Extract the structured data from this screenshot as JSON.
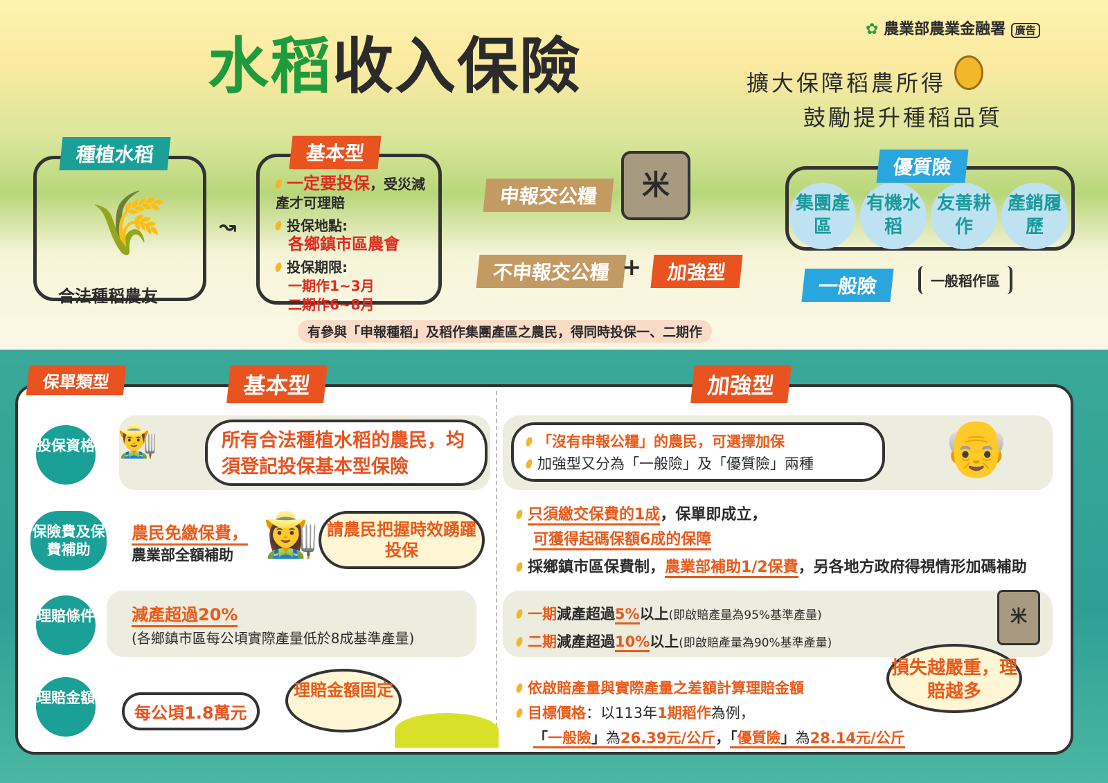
{
  "header": {
    "title_a": "水稻",
    "title_b": "收入保險",
    "agency": "農業部農業金融署",
    "ad_tag": "廣告",
    "slogan_1": "擴大保障稻農所得",
    "slogan_2": "鼓勵提升種稻品質"
  },
  "flow": {
    "plant_label": "種植水稻",
    "plant_desc": "合法種稻農友",
    "basic_label": "基本型",
    "basic_points": [
      {
        "red": "一定要投保",
        "text": "，受災減產才可理賠"
      },
      {
        "text": "投保地點:",
        "red": "各鄉鎮市區農會"
      },
      {
        "text": "投保期限:",
        "line1_a": "一期作",
        "line1_b": "1~3月",
        "line2_a": "二期作",
        "line2_b": "6~8月"
      }
    ],
    "declare": "申報交公糧",
    "no_declare": "不申報交公糧",
    "plus": "+",
    "enhanced": "加強型",
    "quality": "優質險",
    "quality_items": [
      "集團產區",
      "有機水稻",
      "友善耕作",
      "產銷履歷"
    ],
    "general": "一般險",
    "general_area": "一般稻作區",
    "note": "有參與「申報種稻」及稻作集團產區之農民，得同時投保一、二期作"
  },
  "policy": {
    "label": "保單類型",
    "basic": "基本型",
    "enhanced": "加強型",
    "rows": [
      "投保資格",
      "保險費及保費補助",
      "理賠條件",
      "理賠金額"
    ],
    "eligibility": {
      "basic": "所有合法種植水稻的農民，均須登記投保基本型保險",
      "enh_1": "「沒有申報公糧」的農民，可選擇加保",
      "enh_2": "加強型又分為「一般險」及「優質險」兩種"
    },
    "premium": {
      "basic_1": "農民免繳保費，",
      "basic_2": "農業部全額補助",
      "bubble": "請農民把握時效踴躍投保",
      "enh_1a": "只須繳交保費的1成",
      "enh_1b": "，保單即成立，",
      "enh_1c": "可獲得起碼保額6成的保障",
      "enh_2a": "採鄉鎮市區保費制，",
      "enh_2b": "農業部補助1/2保費",
      "enh_2c": "，另各地方政府得視情形加碼補助"
    },
    "claim": {
      "basic_1": "減產超過20%",
      "basic_2": "(各鄉鎮市區每公頃實際產量低於8成基準產量)",
      "enh_1a": "一期",
      "enh_1b": "減產超過",
      "enh_1c": "5%",
      "enh_1d": "以上",
      "enh_1e": "(即啟賠產量為95%基準產量)",
      "enh_2a": "二期",
      "enh_2b": "減產超過",
      "enh_2c": "10%",
      "enh_2d": "以上",
      "enh_2e": "(即啟賠產量為90%基準產量)"
    },
    "amount": {
      "basic": "每公頃1.8萬元",
      "basic_bubble": "理賠金額固定",
      "enh_1": "依啟賠產量與實際產量之差額計算理賠金額",
      "enh_bubble": "損失越嚴重，理賠越多",
      "enh_2a": "目標價格",
      "enh_2b": "：以113年",
      "enh_2c": "1期稻作",
      "enh_2d": "為例，",
      "p1_name": "一般險",
      "p1_price": "26.39元/公斤",
      "p2_name": "優質險",
      "p2_price": "28.14元/公斤",
      "is": "為"
    }
  }
}
